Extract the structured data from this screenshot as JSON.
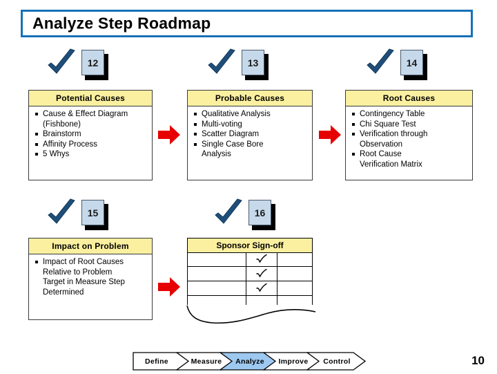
{
  "slide": {
    "title": "Analyze Step Roadmap",
    "number": "10",
    "accent_border": "#1671B8",
    "header_fill": "#FAF0A0",
    "badge_fill": "#C6D9EA",
    "check_color": "#1F4E79",
    "arrow_color": "#E60000",
    "highlight_fill": "#9DC8F0"
  },
  "steps": [
    {
      "badge": "12",
      "check_icon": "checkmark-icon",
      "arrow_icon": "right-arrow-icon",
      "has_arrow": true,
      "header": "Potential Causes",
      "items": [
        {
          "text": "Cause & Effect Diagram",
          "bullet": true
        },
        {
          "text": "(Fishbone)",
          "bullet": false
        },
        {
          "text": "Brainstorm",
          "bullet": true
        },
        {
          "text": "Affinity Process",
          "bullet": true
        },
        {
          "text": "5 Whys",
          "bullet": true
        }
      ]
    },
    {
      "badge": "13",
      "check_icon": "checkmark-icon",
      "arrow_icon": "right-arrow-icon",
      "has_arrow": true,
      "header": "Probable Causes",
      "items": [
        {
          "text": "Qualitative Analysis",
          "bullet": true
        },
        {
          "text": "Multi-voting",
          "bullet": true
        },
        {
          "text": "Scatter Diagram",
          "bullet": true
        },
        {
          "text": "Single Case Bore",
          "bullet": true
        },
        {
          "text": "Analysis",
          "bullet": false
        }
      ]
    },
    {
      "badge": "14",
      "check_icon": "checkmark-icon",
      "arrow_icon": "",
      "has_arrow": false,
      "header": "Root Causes",
      "items": [
        {
          "text": "Contingency Table",
          "bullet": true
        },
        {
          "text": "Chi Square Test",
          "bullet": true
        },
        {
          "text": "Verification through",
          "bullet": true
        },
        {
          "text": "Observation",
          "bullet": false
        },
        {
          "text": "Root Cause",
          "bullet": true
        },
        {
          "text": "Verification Matrix",
          "bullet": false
        }
      ]
    },
    {
      "badge": "15",
      "check_icon": "checkmark-icon",
      "arrow_icon": "right-arrow-icon",
      "has_arrow": true,
      "header": "Impact on Problem",
      "items": [
        {
          "text": "Impact of Root Causes",
          "bullet": true
        },
        {
          "text": "Relative to Problem",
          "bullet": false
        },
        {
          "text": "Target in Measure Step",
          "bullet": false
        },
        {
          "text": "Determined",
          "bullet": false
        }
      ]
    }
  ],
  "signoff": {
    "badge": "16",
    "check_icon": "checkmark-icon",
    "header": "Sponsor Sign-off",
    "rows": [
      {
        "col1": "",
        "col2": "tick-mark-icon",
        "col3": ""
      },
      {
        "col1": "",
        "col2": "tick-mark-icon",
        "col3": ""
      },
      {
        "col1": "",
        "col2": "tick-mark-icon",
        "col3": ""
      }
    ]
  },
  "dmaic": {
    "phases": [
      {
        "label": "Define",
        "active": false
      },
      {
        "label": "Measure",
        "active": false
      },
      {
        "label": "Analyze",
        "active": true
      },
      {
        "label": "Improve",
        "active": false
      },
      {
        "label": "Control",
        "active": false
      }
    ]
  }
}
